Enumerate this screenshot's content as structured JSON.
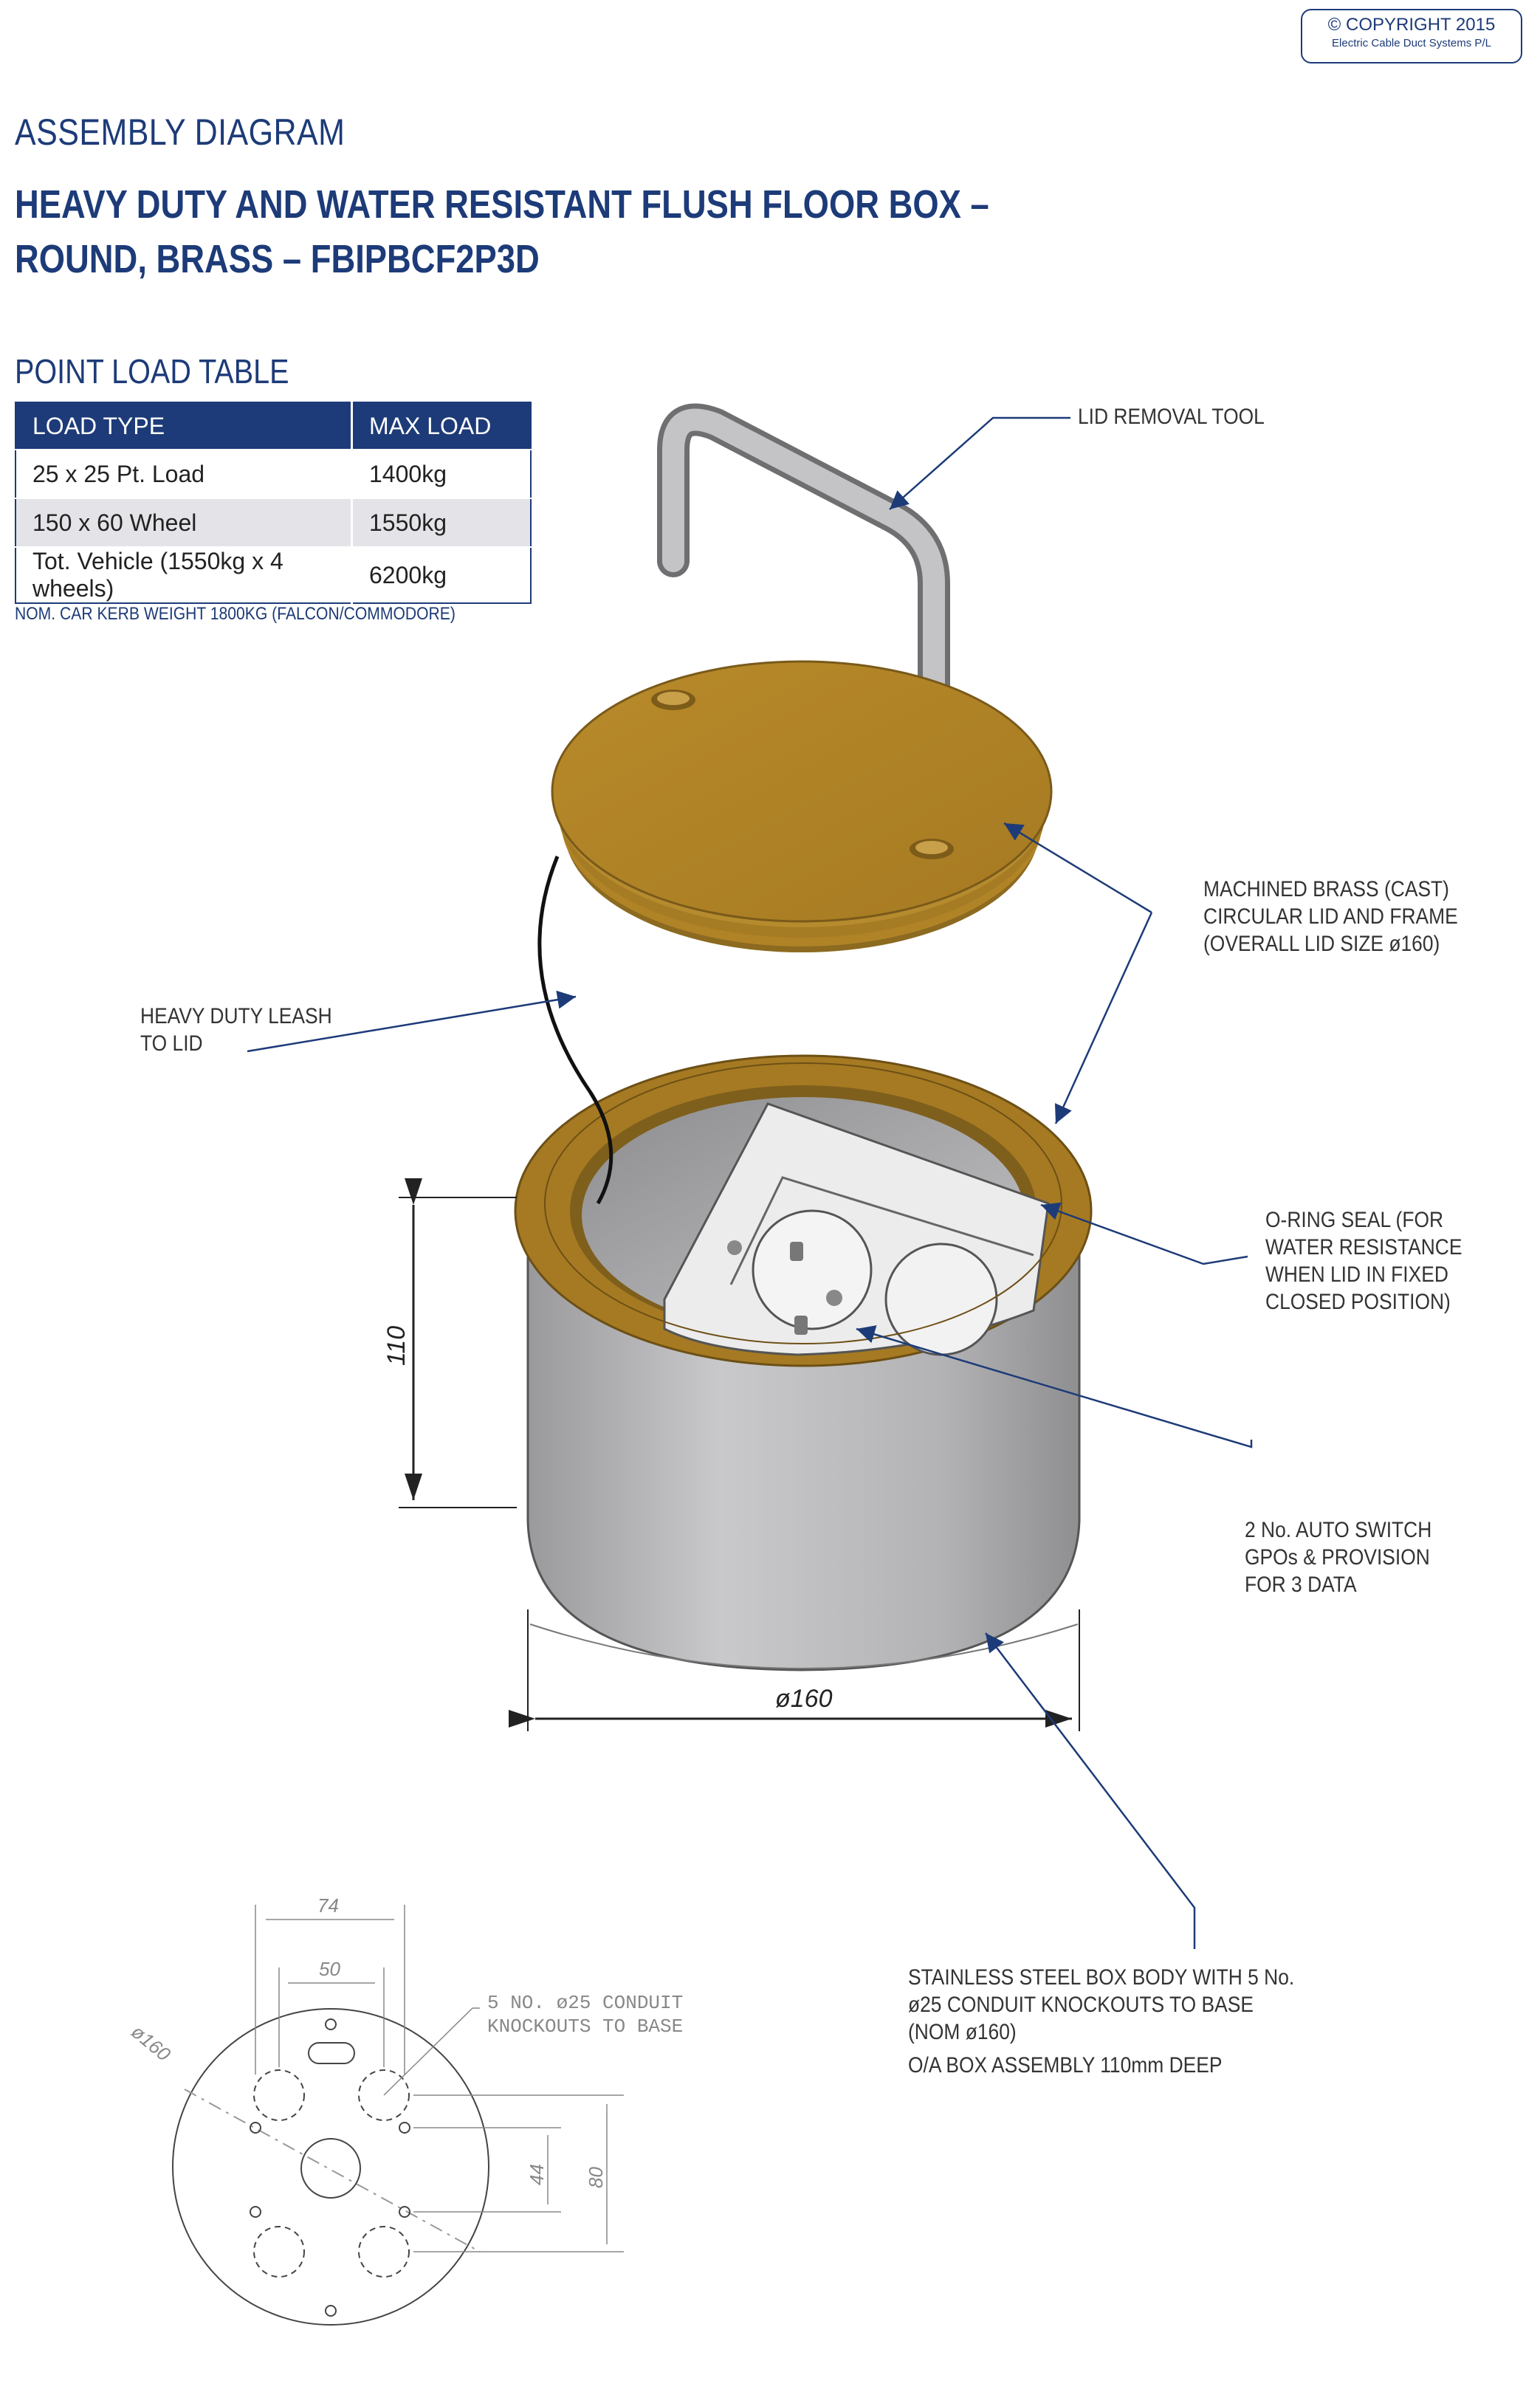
{
  "copyright": {
    "line1": "© COPYRIGHT 2015",
    "line2": "Electric Cable Duct Systems P/L"
  },
  "heading": {
    "title": "ASSEMBLY DIAGRAM",
    "product_line1": "HEAVY DUTY AND WATER RESISTANT FLUSH FLOOR BOX –",
    "product_line2": "ROUND, BRASS – FBIPBCF2P3D"
  },
  "load_table": {
    "title": "POINT LOAD TABLE",
    "headers": [
      "LOAD TYPE",
      "MAX LOAD"
    ],
    "rows": [
      {
        "type": "25 x 25 Pt. Load",
        "max": "1400kg"
      },
      {
        "type": "150 x 60 Wheel",
        "max": "1550kg"
      },
      {
        "type": "Tot. Vehicle (1550kg x 4 wheels)",
        "max": "6200kg"
      }
    ],
    "note": "NOM. CAR KERB WEIGHT 1800KG (FALCON/COMMODORE)"
  },
  "callouts": {
    "lid_tool": "LID REMOVAL TOOL",
    "brass": [
      "MACHINED BRASS (CAST)",
      "CIRCULAR LID AND FRAME",
      "(OVERALL LID SIZE ø160)"
    ],
    "leash": [
      "HEAVY DUTY LEASH",
      "TO LID"
    ],
    "oring": [
      "O-RING SEAL (FOR",
      "WATER RESISTANCE",
      "WHEN LID IN FIXED",
      "CLOSED POSITION)"
    ],
    "gpo": [
      "2 No. AUTO SWITCH",
      "GPOs & PROVISION",
      "FOR 3 DATA"
    ],
    "body": [
      "STAINLESS STEEL BOX BODY WITH 5 No.",
      "ø25 CONDUIT KNOCKOUTS TO BASE",
      "(NOM ø160)"
    ],
    "depth": "O/A BOX ASSEMBLY 110mm DEEP"
  },
  "dimensions": {
    "height": "110",
    "diameter": "ø160",
    "plan_74": "74",
    "plan_50": "50",
    "plan_diameter": "ø160",
    "plan_44": "44",
    "plan_80": "80",
    "knockouts": [
      "5 NO. ø25 CONDUIT",
      "KNOCKOUTS TO BASE"
    ]
  },
  "colors": {
    "brand_blue": "#1d3b78",
    "brass": "#b58a2e",
    "steel": "#a9a9ab"
  }
}
